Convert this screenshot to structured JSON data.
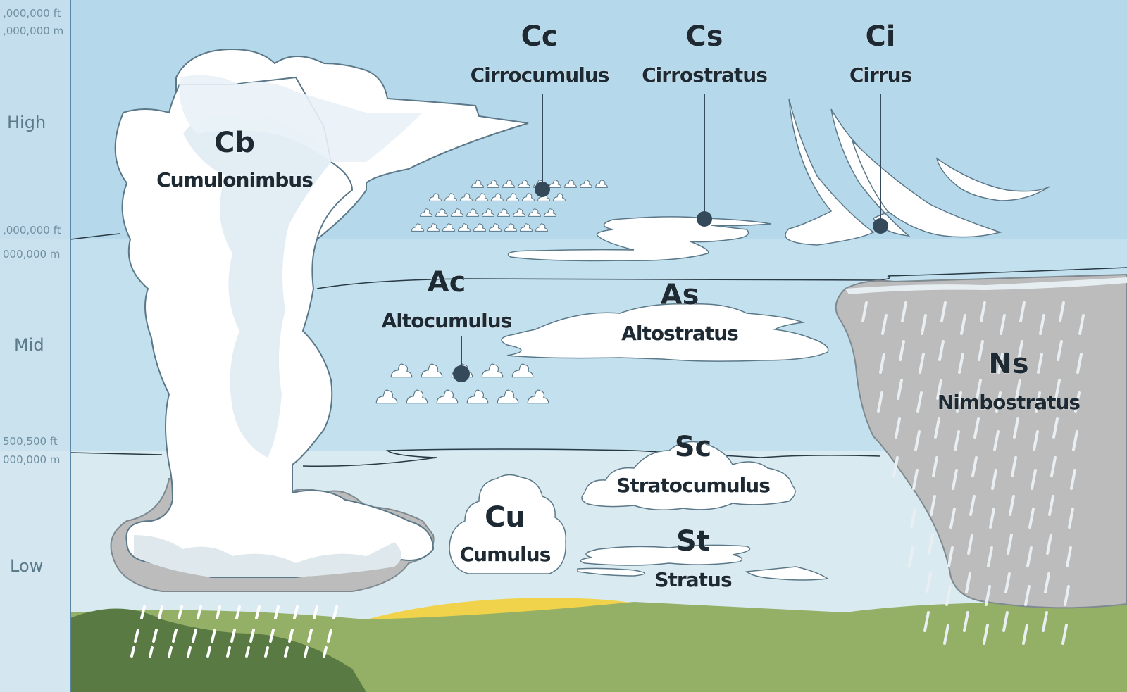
{
  "axis": {
    "high_label": "High",
    "mid_label": "Mid",
    "low_label": "Low",
    "ticks": [
      {
        "ft": ",000,000 ft",
        "m": ",000,000 m"
      },
      {
        "ft": ",000,000 ft",
        "m": "000,000 m"
      },
      {
        "ft": "500,500 ft",
        "m": "000,000 m"
      }
    ]
  },
  "clouds": {
    "cb": {
      "abbr": "Cb",
      "name": "Cumulonimbus"
    },
    "cc": {
      "abbr": "Cc",
      "name": "Cirrocumulus"
    },
    "cs": {
      "abbr": "Cs",
      "name": "Cirrostratus"
    },
    "ci": {
      "abbr": "Ci",
      "name": "Cirrus"
    },
    "ac": {
      "abbr": "Ac",
      "name": "Altocumulus"
    },
    "as": {
      "abbr": "As",
      "name": "Altostratus"
    },
    "ns": {
      "abbr": "Ns",
      "name": "Nimbostratus"
    },
    "sc": {
      "abbr": "Sc",
      "name": "Stratocumulus"
    },
    "cu": {
      "abbr": "Cu",
      "name": "Cumulus"
    },
    "st": {
      "abbr": "St",
      "name": "Stratus"
    }
  },
  "colors": {
    "sky_high": "#b5d8ea",
    "sky_mid": "#c2e0ee",
    "sky_low": "#d9eaf1",
    "cloud_white": "#ffffff",
    "cloud_shade": "#e3eef4",
    "rain_cloud": "#bcbcbc",
    "grass_light": "#93b066",
    "grass_dark": "#5a7a44",
    "sand": "#f0d34a",
    "label_dark": "#1d2a33"
  }
}
